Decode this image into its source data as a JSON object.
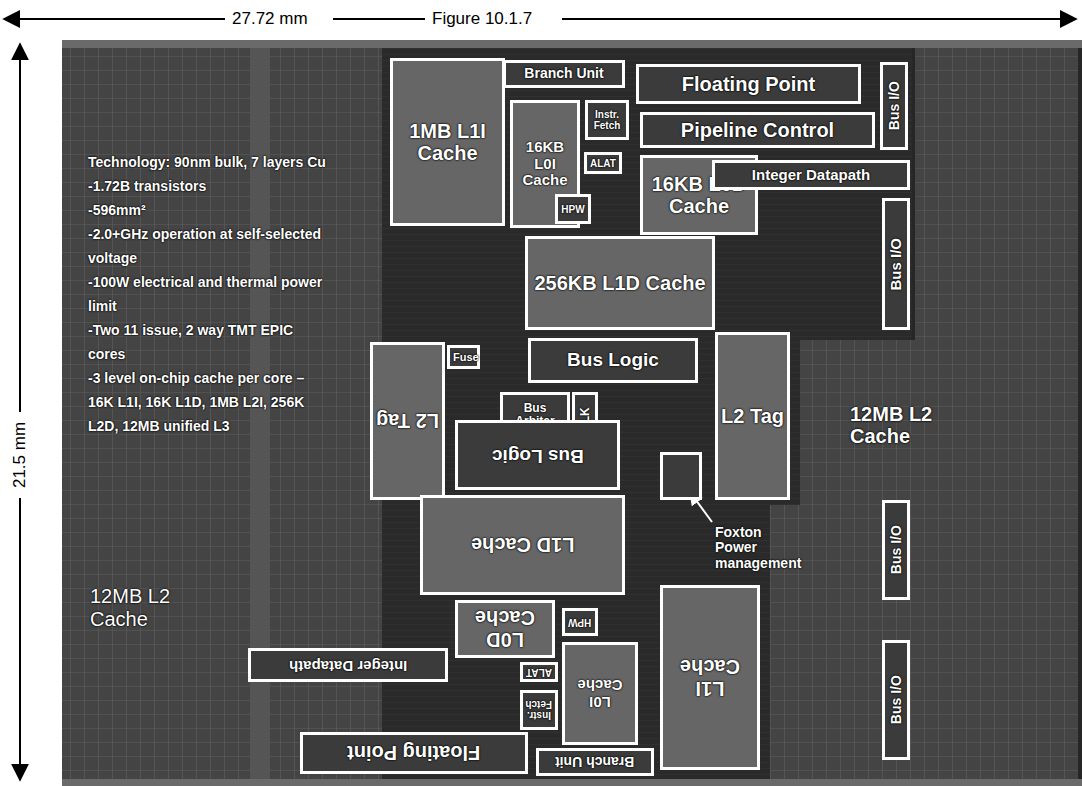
{
  "diagram": {
    "caption": "Figure 10.1.7",
    "nodes": [
      {
        "text": [
          "1MB L1I Cache"
        ]
      },
      {
        "text": [
          "Branch Unit"
        ]
      },
      {
        "text": [
          "Floating Point"
        ]
      },
      {
        "text": [
          "Instr. Fetch"
        ]
      },
      {
        "text": [
          "16KB L0I Cache"
        ]
      },
      {
        "text": [
          "Pipeline Control"
        ]
      },
      {
        "text": [
          "ALAT"
        ]
      },
      {
        "text": [
          "16KB L0D Cache"
        ]
      },
      {
        "text": [
          "Integer Datapath"
        ]
      },
      {
        "text": [
          "HPW"
        ]
      },
      {
        "text": [
          "256KB L1D Cache"
        ]
      },
      {
        "text": [
          "Bus I/O"
        ]
      },
      {
        "text": [
          "Bus I/O"
        ]
      },
      {
        "text": [
          "L2 Tag"
        ]
      },
      {
        "text": [
          "Fuse"
        ]
      },
      {
        "text": [
          "Bus Logic"
        ]
      },
      {
        "text": [
          "L2 Tag"
        ]
      },
      {
        "text": [
          "Bus Arbiter"
        ]
      },
      {
        "text": [
          "CLK"
        ]
      },
      {
        "text": [
          "Bus Logic"
        ]
      },
      {
        "text": [
          "12MB L2 Cache"
        ]
      },
      {
        "text": [
          "Foxton Power management"
        ]
      },
      {
        "text": [
          "L1D Cache"
        ]
      },
      {
        "text": [
          "L0D Cache"
        ]
      },
      {
        "text": [
          "HPW"
        ]
      },
      {
        "text": [
          "Integer Datapath"
        ]
      },
      {
        "text": [
          "ALAT"
        ]
      },
      {
        "text": [
          "L0I Cache"
        ]
      },
      {
        "text": [
          "Instr. Fetch"
        ]
      },
      {
        "text": [
          "L1I Cache"
        ]
      },
      {
        "text": [
          "Floating Point"
        ]
      },
      {
        "text": [
          "Branch Unit"
        ]
      },
      {
        "text": [
          "Bus I/O"
        ],
        "in": 20
      },
      {
        "text": [
          "Bus I/O"
        ],
        "in": 20
      }
    ],
    "labels": [
      "27.72 mm",
      "21.5 mm",
      "Technology: 90nm bulk, 7 layers Cu",
      "-1.72B transistors",
      "-596mm²",
      "-2.0+GHz operation at self-selected voltage",
      "-100W electrical and thermal power limit",
      "-Two 11 issue, 2 way TMT EPIC cores",
      "-3 level on-chip cache per core – 16K L1I, 16K L1D, 1MB L2I, 256K L2D, 12MB unified L3",
      "12MB L2 Cache"
    ]
  }
}
